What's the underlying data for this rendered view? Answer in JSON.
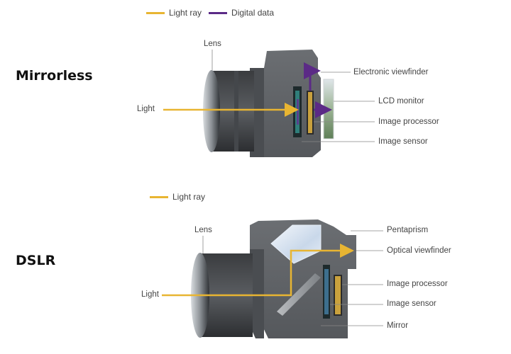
{
  "colors": {
    "light_ray": "#e8b532",
    "digital_data": "#5b2a86"
  },
  "mirrorless": {
    "title": "Mirrorless",
    "legend": {
      "light_ray": "Light ray",
      "digital_data": "Digital data"
    },
    "labels": {
      "lens": "Lens",
      "light": "Light",
      "evf": "Electronic viewfinder",
      "lcd": "LCD monitor",
      "processor": "Image processor",
      "sensor": "Image sensor"
    }
  },
  "dslr": {
    "title": "DSLR",
    "legend": {
      "light_ray": "Light ray"
    },
    "labels": {
      "lens": "Lens",
      "light": "Light",
      "pentaprism": "Pentaprism",
      "ovf": "Optical viewfinder",
      "processor": "Image processor",
      "sensor": "Image sensor",
      "mirror": "Mirror"
    }
  }
}
